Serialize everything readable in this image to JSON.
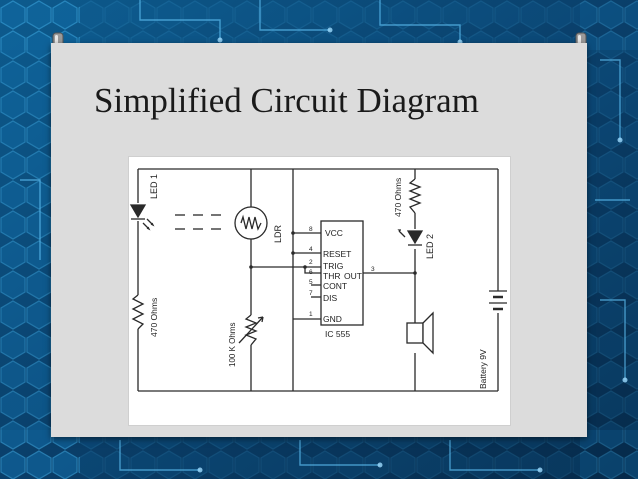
{
  "slide": {
    "title": "Simplified Circuit Diagram"
  },
  "diagram": {
    "led1": "LED 1",
    "led2": "LED 2",
    "ldr": "LDR",
    "r1": "470 Ohms",
    "r2": "470 Ohms",
    "pot": "100 K Ohms",
    "ic": "IC 555",
    "battery": "Battery 9V",
    "pins": {
      "vcc": "VCC",
      "reset": "RESET",
      "trig": "TRIG",
      "thr": "THR",
      "out": "OUT",
      "cont": "CONT",
      "dis": "DIS",
      "gnd": "GND"
    },
    "pin_numbers": {
      "p8": "8",
      "p4": "4",
      "p2": "2",
      "p6": "6",
      "p5": "5",
      "p7": "7",
      "p1": "1",
      "p3": "3"
    }
  },
  "colors": {
    "background": "#0b3e66",
    "slide": "#dcdcdc",
    "circuit": "#2a2a2a"
  }
}
